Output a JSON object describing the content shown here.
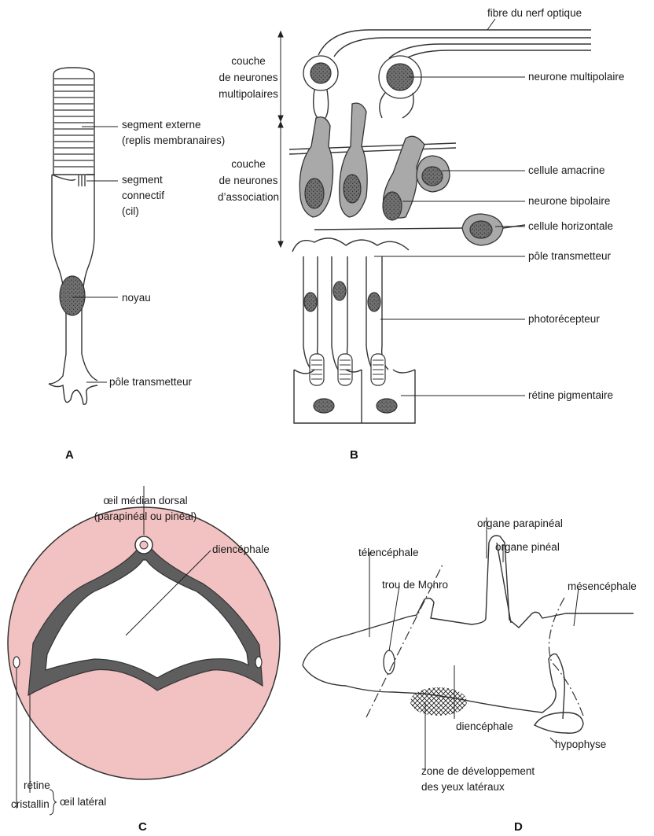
{
  "panels": {
    "a": "A",
    "b": "B",
    "c": "C",
    "d": "D"
  },
  "A": {
    "segment_externe_1": "segment externe",
    "segment_externe_2": "(replis membranaires)",
    "segment_connectif_1": "segment",
    "segment_connectif_2": "connectif",
    "segment_connectif_3": "(cil)",
    "noyau": "noyau",
    "pole_transmetteur": "pôle transmetteur"
  },
  "B": {
    "fibre": "fibre du nerf optique",
    "couche1_1": "couche",
    "couche1_2": "de neurones",
    "couche1_3": "multipolaires",
    "couche2_1": "couche",
    "couche2_2": "de neurones",
    "couche2_3": "d’association",
    "neurone_multipolaire": "neurone multipolaire",
    "cellule_amacrine": "cellule amacrine",
    "neurone_bipolaire": "neurone bipolaire",
    "cellule_horizontale": "cellule horizontale",
    "pole_transmetteur": "pôle transmetteur",
    "photorecepteur": "photorécepteur",
    "retine_pigmentaire": "rétine pigmentaire"
  },
  "C": {
    "oeil_median_1": "œil médian dorsal",
    "oeil_median_2": "(parapinéal ou pinéal)",
    "diencephale": "diencéphale",
    "retine": "rétine",
    "cristallin": "cristallin",
    "oeil_lateral": "œil latéral"
  },
  "D": {
    "organe_parapineal": "organe parapinéal",
    "organe_pineal": "organe pinéal",
    "telencephale": "télencéphale",
    "trou_monro": "trou de Monro",
    "mesencephale": "mésencéphale",
    "diencephale": "diencéphale",
    "zone_1": "zone de développement",
    "zone_2": "des yeux latéraux",
    "hypophyse": "hypophyse"
  },
  "colors": {
    "cell_gray": "#a9a9a9",
    "nucleus": "#6f6f6f",
    "brain_pink": "#f2c2c2",
    "dark_band": "#5e5e5e"
  }
}
